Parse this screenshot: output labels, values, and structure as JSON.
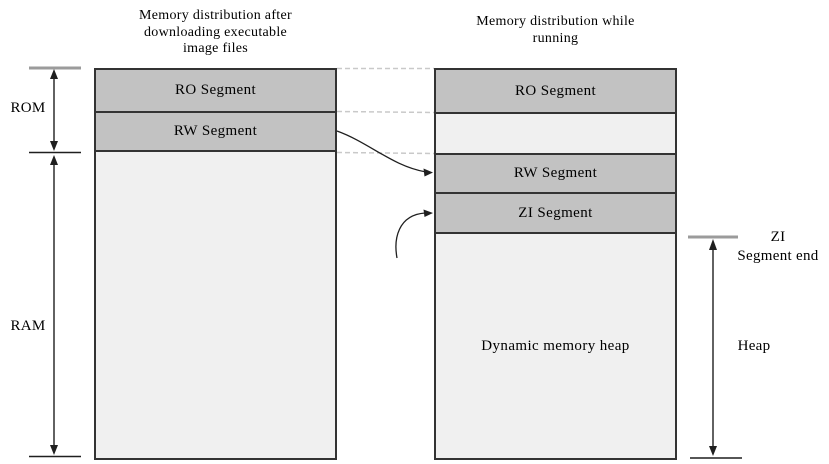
{
  "diagram": {
    "left_column": {
      "title": "Memory distribution after\ndownloading executable\nimage files",
      "segments": [
        {
          "label": "RO Segment"
        },
        {
          "label": "RW Segment"
        },
        {
          "label": ""
        }
      ]
    },
    "right_column": {
      "title": "Memory distribution while\nrunning",
      "segments": [
        {
          "label": "RO Segment"
        },
        {
          "label": ""
        },
        {
          "label": "RW Segment"
        },
        {
          "label": "ZI Segment"
        },
        {
          "label": "Dynamic memory heap"
        }
      ]
    },
    "annotations": {
      "rom": "ROM",
      "ram": "RAM",
      "zi_segment_end": "ZI\nSegment end",
      "heap": "Heap"
    },
    "colors": {
      "segment_fill": "#c2c2c2",
      "empty_fill": "#f0f0f0",
      "border": "#333333",
      "dashed_connector": "#c9c9c9",
      "gray_tick": "#9b9b9b",
      "arrow": "#1f1f1f",
      "background": "#ffffff"
    }
  }
}
